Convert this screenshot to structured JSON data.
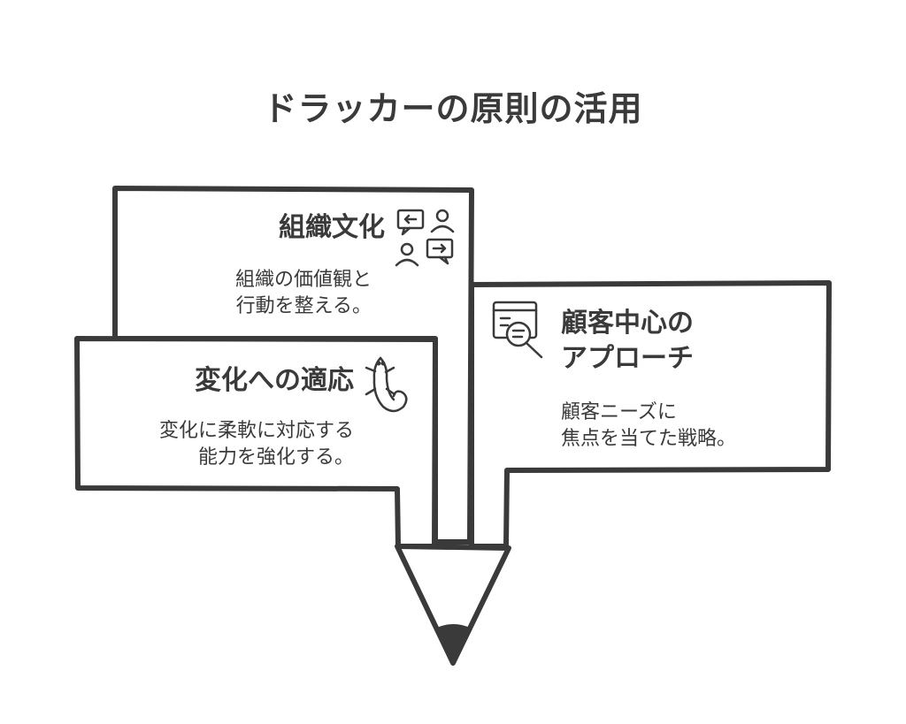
{
  "title": "ドラッカーの原則の活用",
  "cards": [
    {
      "heading": "組織文化",
      "description": [
        "組織の価値観と",
        "行動を整える。"
      ],
      "icon": "people-conversation-icon"
    },
    {
      "heading": [
        "顧客中心の",
        "アプローチ"
      ],
      "description": [
        "顧客ニーズに",
        "焦点を当てた戦略。"
      ],
      "icon": "magnifier-document-icon"
    },
    {
      "heading": "変化への適応",
      "description": [
        "変化に柔軟に対応する",
        "能力を強化する。"
      ],
      "icon": "salamander-icon"
    }
  ],
  "colors": {
    "stroke": "#3a3a3a",
    "background": "#ffffff"
  }
}
